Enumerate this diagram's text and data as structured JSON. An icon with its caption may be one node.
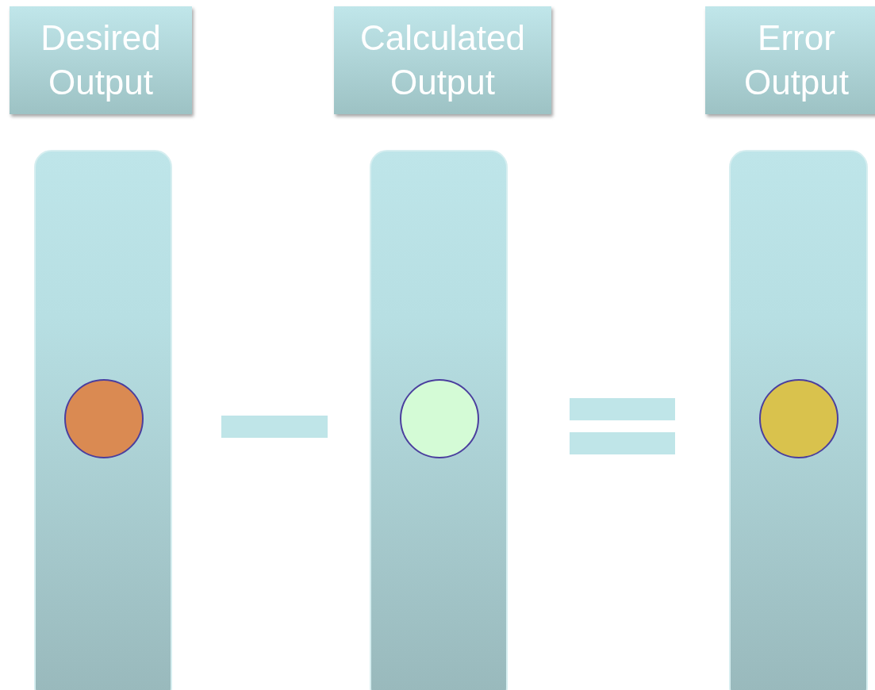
{
  "diagram": {
    "nodes": [
      {
        "text": [
          "Desired Output"
        ]
      },
      {
        "text": [
          "Calculated Output"
        ]
      },
      {
        "text": [
          "Error Output"
        ]
      },
      {
        "text": [],
        "shape": "bar"
      },
      {
        "text": [],
        "shape": "circle",
        "in": 3
      },
      {
        "text": [],
        "shape": "bar"
      },
      {
        "text": [],
        "shape": "circle",
        "in": 5
      },
      {
        "text": [],
        "shape": "bar"
      },
      {
        "text": [],
        "shape": "circle",
        "in": 7
      }
    ]
  }
}
